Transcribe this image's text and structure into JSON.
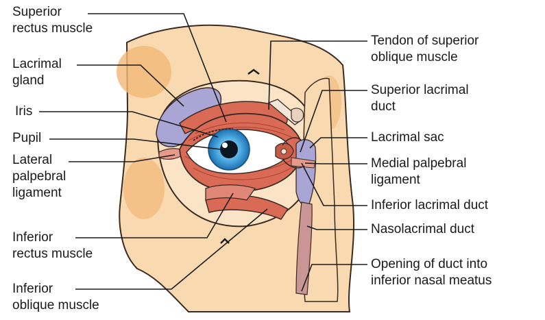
{
  "labels": {
    "superior_rectus": [
      "Superior",
      "rectus muscle"
    ],
    "lacrimal_gland": [
      "Lacrimal",
      "gland"
    ],
    "iris": [
      "Iris"
    ],
    "pupil": [
      "Pupil"
    ],
    "lateral_palpebral": [
      "Lateral",
      "palpebral",
      "ligament"
    ],
    "inferior_rectus": [
      "Inferior",
      "rectus muscle"
    ],
    "inferior_oblique": [
      "Inferior",
      "oblique muscle"
    ],
    "tendon_superior_oblique": [
      "Tendon of superior",
      "oblique muscle"
    ],
    "superior_lacrimal_duct": [
      "Superior lacrimal",
      "duct"
    ],
    "lacrimal_sac": [
      "Lacrimal sac"
    ],
    "medial_palpebral": [
      "Medial palpebral",
      "ligament"
    ],
    "inferior_lacrimal_duct": [
      "Inferior lacrimal duct"
    ],
    "nasolacrimal_duct": [
      "Nasolacrimal duct"
    ],
    "opening_of_duct": [
      "Opening of duct into",
      "inferior nasal meatus"
    ]
  },
  "colors": {
    "skin": "#f8d9b0",
    "bone_shade": "#f2b877",
    "muscle": "#d96a55",
    "gland": "#a9a6d6",
    "iris": "#3a9ad6",
    "duct": "#c99595",
    "outline": "#3a2a22"
  }
}
